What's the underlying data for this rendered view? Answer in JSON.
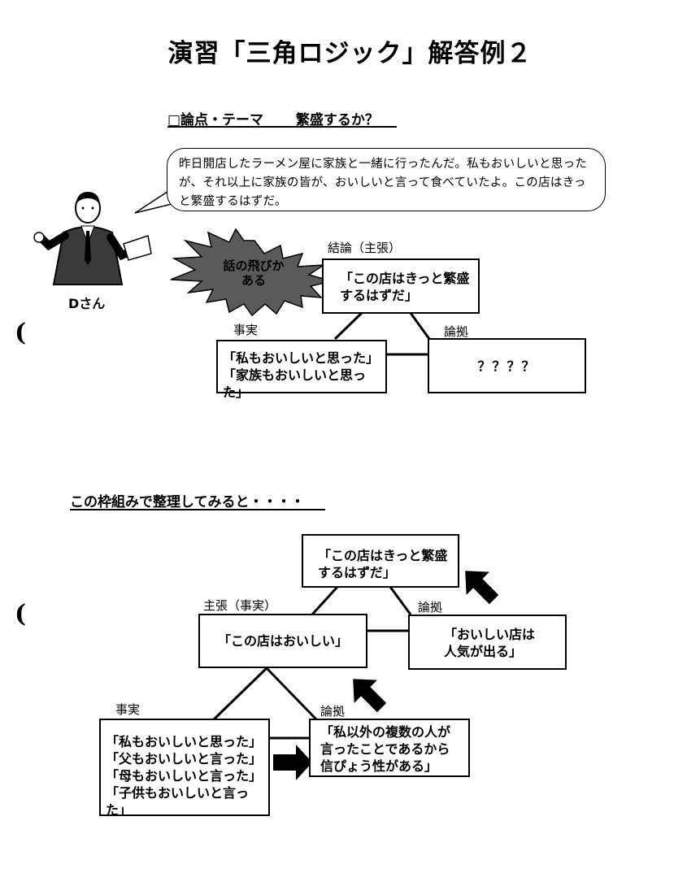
{
  "title": "演習「三角ロジック」解答例２",
  "topic": {
    "label": "□論点・テーマ",
    "question": "繁盛するか？"
  },
  "speech": "昨日開店したラーメン屋に家族と一緒に行ったんだ。私もおいしいと思ったが、それ以上に家族の皆が、おいしいと言って食べていたよ。この店はきっと繁盛するはずだ。",
  "speaker": "Dさん",
  "leap": {
    "line1": "話の飛びか",
    "line2": "ある"
  },
  "diagram1": {
    "conclusion_label": "結論（主張）",
    "conclusion": [
      "「この店はきっと繁盛",
      "するはずだ」"
    ],
    "fact_label": "事実",
    "facts": [
      "「私もおいしいと思った」",
      "「家族もおいしいと思った」"
    ],
    "warrant_label": "論拠",
    "warrant": "？？？？"
  },
  "section2_heading": "この枠組みで整理してみると・・・・",
  "diagram2": {
    "conclusion": [
      "「この店はきっと繁盛",
      "するはずだ」"
    ],
    "claim_label": "主張（事実）",
    "claim": "「この店はおいしい」",
    "warrant_top_label": "論拠",
    "warrant_top": [
      "「おいしい店は",
      "人気が出る」"
    ],
    "fact_label": "事実",
    "facts": [
      "「私もおいしいと思った」",
      "「父もおいしいと言った」",
      "「母もおいしいと言った」",
      "「子供もおいしいと言った」"
    ],
    "warrant_bottom_label": "論拠",
    "warrant_bottom": [
      "「私以外の複数の人が",
      "言ったことであるから",
      "信ぴょう性がある」"
    ]
  },
  "margin_marks": [
    "(",
    "("
  ],
  "colors": {
    "ink": "#000000",
    "paper": "#ffffff",
    "starburst": "#555555"
  }
}
